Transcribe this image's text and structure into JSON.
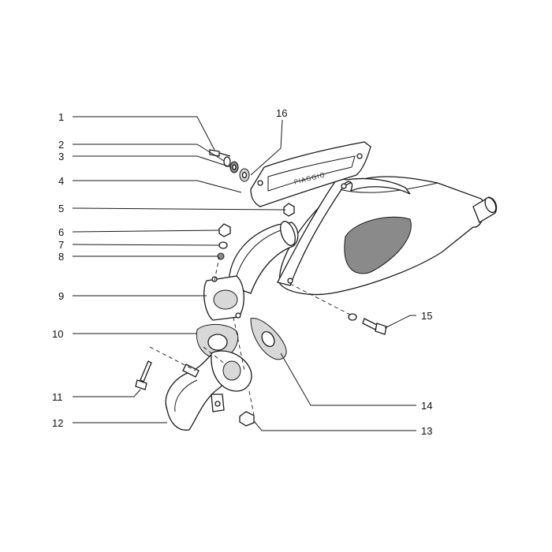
{
  "diagram": {
    "plate_text": "PIAGGIO",
    "callouts": [
      {
        "id": "1",
        "label": "1"
      },
      {
        "id": "2",
        "label": "2"
      },
      {
        "id": "3",
        "label": "3"
      },
      {
        "id": "4",
        "label": "4"
      },
      {
        "id": "5",
        "label": "5"
      },
      {
        "id": "6",
        "label": "6"
      },
      {
        "id": "7",
        "label": "7"
      },
      {
        "id": "8",
        "label": "8"
      },
      {
        "id": "9",
        "label": "9"
      },
      {
        "id": "10",
        "label": "10"
      },
      {
        "id": "11",
        "label": "11"
      },
      {
        "id": "12",
        "label": "12"
      },
      {
        "id": "13",
        "label": "13"
      },
      {
        "id": "14",
        "label": "14"
      },
      {
        "id": "15",
        "label": "15"
      },
      {
        "id": "16",
        "label": "16"
      }
    ]
  }
}
